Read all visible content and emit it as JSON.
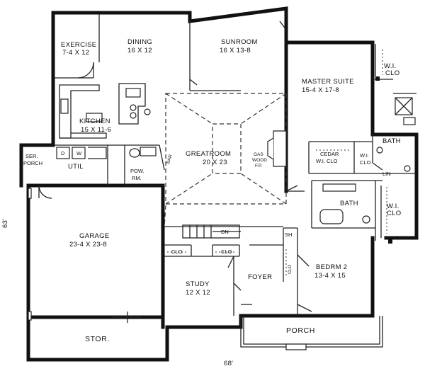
{
  "rooms": {
    "exercise": {
      "name": "EXERCISE",
      "size": "7-4 X 12"
    },
    "dining": {
      "name": "DINING",
      "size": "16 X 12"
    },
    "sunroom": {
      "name": "SUNROOM",
      "size": "16 X 13-8"
    },
    "master_suite": {
      "name": "MASTER SUITE",
      "size": "15-4 X 17-8"
    },
    "kitchen": {
      "name": "KITCHEN",
      "size": "15 X 11-6"
    },
    "great_room": {
      "name": "GREATROOM",
      "size": "20 X 23"
    },
    "garage": {
      "name": "GARAGE",
      "size": "23-4 X 23-8"
    },
    "study": {
      "name": "STUDY",
      "size": "12 X 12"
    },
    "bedroom2": {
      "name": "BEDRM 2",
      "size": "13-4 X 15"
    },
    "porch": {
      "name": "PORCH"
    },
    "storage": {
      "name": "STOR."
    },
    "foyer": {
      "name": "FOYER"
    },
    "util": {
      "name": "UTIL"
    },
    "ser_porch": {
      "line1": "SER.",
      "line2": "PORCH"
    },
    "powder": {
      "line1": "POW.",
      "line2": "RM."
    },
    "bath_master": {
      "name": "BATH"
    },
    "bath_hall": {
      "name": "BATH"
    },
    "cedar_closet": {
      "line1": "CEDAR",
      "line2": "W.I. CLO"
    },
    "wi_clo_master_top": {
      "line1": "W.I.",
      "line2": "CLO"
    },
    "wi_clo_master_mid": {
      "line1": "W.I.",
      "line2": "CLO"
    },
    "wi_clo_bed2": {
      "line1": "W.I.",
      "line2": "CLO"
    },
    "linen": {
      "name": "LIN"
    },
    "clo_left": {
      "name": "CLO"
    },
    "clo_right": {
      "name": "CLO"
    },
    "clo_foyer": {
      "name": "CLO"
    },
    "shelf": {
      "name": "SH"
    }
  },
  "fixtures": {
    "fireplace": {
      "line1": "GAS",
      "line2": "WOOD",
      "line3": "F.P."
    },
    "bar": "BAR",
    "stair_down": "DN",
    "dryer": "D",
    "washer": "W"
  },
  "dimensions": {
    "width": "68'",
    "depth": "63'"
  }
}
